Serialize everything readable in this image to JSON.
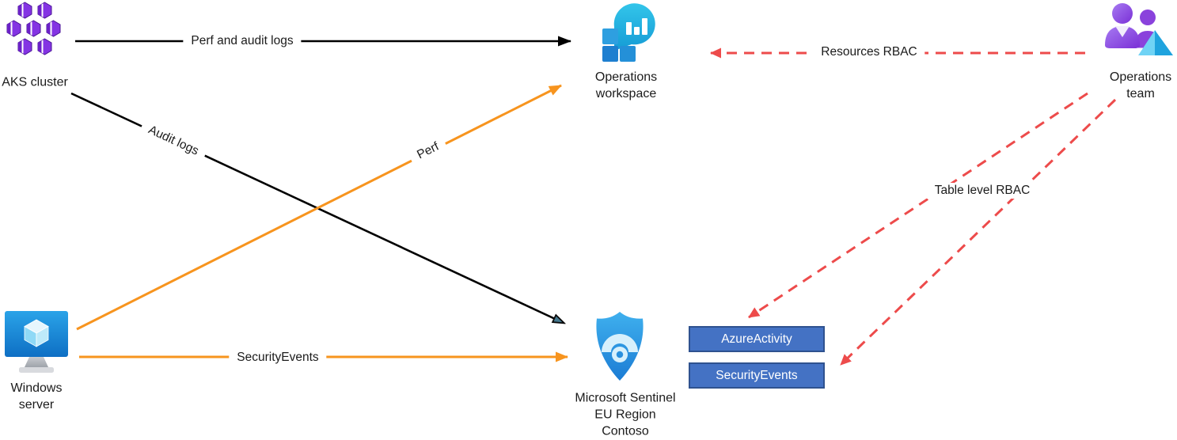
{
  "colors": {
    "black": "#000000",
    "orange": "#F7941E",
    "red": "#ED4B4B",
    "audit_arrowhead_fill": "#44788E",
    "table_fill": "#4472C4",
    "table_border": "#2F528F",
    "table_text": "#FFFFFF"
  },
  "nodes": {
    "aks_cluster": {
      "label_lines": [
        "AKS cluster"
      ],
      "icon": "aks-hexagon-cluster-icon"
    },
    "operations_workspace": {
      "label_lines": [
        "Operations",
        "workspace"
      ],
      "icon": "log-analytics-workspace-icon"
    },
    "operations_team": {
      "label_lines": [
        "Operations",
        "team"
      ],
      "icon": "team-users-icon"
    },
    "windows_server": {
      "label_lines": [
        "Windows",
        "server"
      ],
      "icon": "windows-server-monitor-icon"
    },
    "microsoft_sentinel": {
      "label_lines": [
        "Microsoft Sentinel",
        "EU Region",
        "Contoso"
      ],
      "icon": "sentinel-shield-icon"
    }
  },
  "tables": {
    "items": [
      {
        "label": "AzureActivity"
      },
      {
        "label": "SecurityEvents"
      }
    ]
  },
  "edges": [
    {
      "id": "perf-and-audit-logs",
      "label": "Perf and audit logs",
      "from": "aks_cluster",
      "to": "operations_workspace",
      "color": "#000000",
      "line": "solid"
    },
    {
      "id": "audit-logs",
      "label": "Audit logs",
      "from": "aks_cluster",
      "to": "microsoft_sentinel",
      "color": "#000000",
      "line": "solid"
    },
    {
      "id": "perf",
      "label": "Perf",
      "from": "windows_server",
      "to": "operations_workspace",
      "color": "#F7941E",
      "line": "solid"
    },
    {
      "id": "security-events-flow",
      "label": "SecurityEvents",
      "from": "windows_server",
      "to": "microsoft_sentinel",
      "color": "#F7941E",
      "line": "solid"
    },
    {
      "id": "resources-rbac",
      "label": "Resources RBAC",
      "from": "operations_team",
      "to": "operations_workspace",
      "color": "#ED4B4B",
      "line": "dashed"
    },
    {
      "id": "table-level-rbac",
      "label": "Table level RBAC",
      "from": "operations_team",
      "to": "AzureActivity / SecurityEvents tables",
      "color": "#ED4B4B",
      "line": "dashed"
    }
  ]
}
